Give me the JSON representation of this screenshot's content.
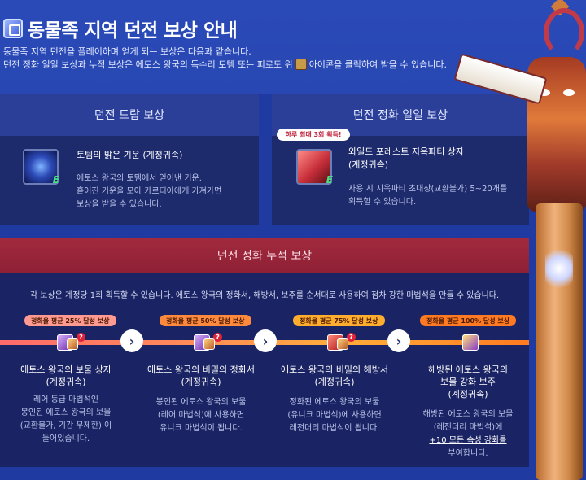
{
  "header": {
    "title": "동물족 지역 던전 보상 안내",
    "intro_line1": "동물족 지역 던전을 플레이하며 얻게 되는 보상은 다음과 같습니다.",
    "intro_line2_a": "던전 정화 일일 보상과 누적 보상은 에토스 왕국의 독수리 토템 또는 피로도 위",
    "intro_line2_b": "아이콘을 클릭하여 받을 수 있습니다."
  },
  "drop_panel": {
    "heading": "던전 드랍 보상",
    "item_name": "토템의 밝은 기운 (계정귀속)",
    "desc_lines": [
      "에토스 왕국의 토템에서 얻어낸 기운.",
      "흩어진 기운을 모아 카르디아에게 가져가면",
      "보상을 받을 수 있습니다."
    ]
  },
  "daily_panel": {
    "heading": "던전 정화 일일 보상",
    "badge": "하루 최대 3회 획득!",
    "item_name_1": "와일드 포레스트 지옥파티 상자",
    "item_name_2": "(계정귀속)",
    "desc_lines": [
      "사용 시 지옥파티 초대장(교환불가) 5~20개를",
      "획득할 수 있습니다."
    ]
  },
  "cumulative": {
    "heading": "던전 정화 누적 보상",
    "note": "각 보상은 계정당 1회 획득할 수 있습니다. 에토스 왕국의 정화서, 해방서, 보주를 순서대로 사용하여 점차 강한 마법석을 만들 수 있습니다.",
    "stages": [
      {
        "badge": "정화율 평균 25% 달성 보상",
        "title_lines": [
          "에토스 왕국의 보물 상자",
          "(계정귀속)"
        ],
        "desc_lines": [
          "레어 등급 마법석인",
          "봉인된 에토스 왕국의 보물",
          "(교환불가, 기간 무제한) 이",
          "들어있습니다."
        ]
      },
      {
        "badge": "정화율 평균 50% 달성 보상",
        "title_lines": [
          "에토스 왕국의 비밀의 정화서",
          "(계정귀속)"
        ],
        "desc_lines": [
          "봉인된 에토스 왕국의 보물",
          "(레어 마법석)에 사용하면",
          "유니크 마법석이 됩니다."
        ]
      },
      {
        "badge": "정화율 평균 75% 달성 보상",
        "title_lines": [
          "에토스 왕국의 비밀의 해방서",
          "(계정귀속)"
        ],
        "desc_lines": [
          "정화된 에토스 왕국의 보물",
          "(유니크 마법석)에 사용하면",
          "레전더리 마법석이 됩니다."
        ]
      },
      {
        "badge": "정화율 평균 100% 달성 보상",
        "title_lines": [
          "해방된 에토스 왕국의",
          "보물 강화 보주",
          "(계정귀속)"
        ],
        "desc_lines": [
          "해방된 에토스 왕국의 보물",
          "(레전더리 마법석)에",
          "+10 모든 속성 강화를",
          "부여합니다."
        ]
      }
    ],
    "question_mark": "?",
    "arrow_glyph": "›"
  },
  "icons": {
    "item_tag": "E"
  },
  "colors": {
    "background": "#1f3aa0",
    "panel": "#1d2a6b",
    "accent_red": "#a32a3e"
  }
}
